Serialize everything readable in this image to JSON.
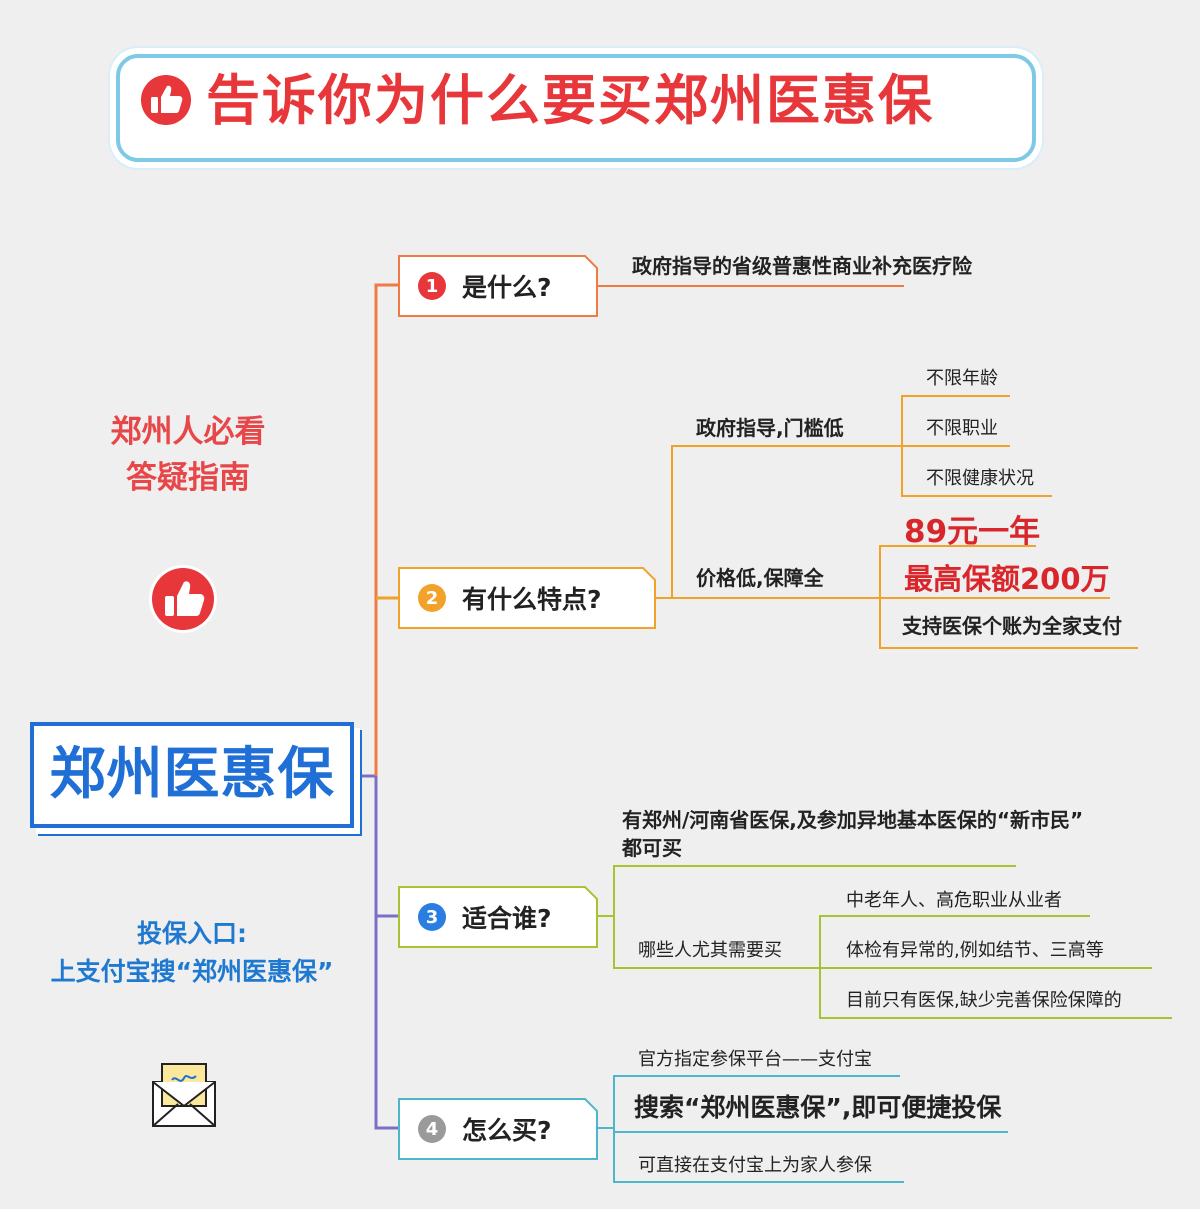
{
  "header": {
    "title": "告诉你为什么要买郑州医惠保"
  },
  "side": {
    "slogan_line1": "郑州人必看",
    "slogan_line2": "答疑指南",
    "center_title": "郑州医惠保",
    "entry_line1": "投保入口:",
    "entry_line2": "上支付宝搜“郑州医惠保”"
  },
  "branches": [
    {
      "num": "1",
      "label": "是什么?",
      "color": "#f07a44",
      "desc": "政府指导的省级普惠性商业补充医疗险"
    },
    {
      "num": "2",
      "label": "有什么特点?",
      "color": "#f2a228",
      "sub1": "政府指导,门槛低",
      "sub1_items": [
        "不限年龄",
        "不限职业",
        "不限健康状况"
      ],
      "sub2": "价格低,保障全",
      "sub2_items": [
        "89元一年",
        "最高保额200万",
        "支持医保个账为全家支付"
      ]
    },
    {
      "num": "3",
      "label": "适合谁?",
      "color": "#a6c431",
      "desc_line1": "有郑州/河南省医保,及参加异地基本医保的“新市民”",
      "desc_line2": "都可买",
      "sub": "哪些人尤其需要买",
      "sub_items": [
        "中老年人、高危职业从业者",
        "体检有异常的,例如结节、三高等",
        "目前只有医保,缺少完善保险保障的"
      ]
    },
    {
      "num": "4",
      "label": "怎么买?",
      "color": "#4fb6c9",
      "items": [
        "官方指定参保平台——支付宝",
        "搜索“郑州医惠保”,即可便捷投保",
        "可直接在支付宝上为家人参保"
      ]
    }
  ],
  "colors": {
    "title_red": "#e8373b",
    "brand_blue": "#1f6fd6",
    "spine_purple": "#7b6fc4",
    "emphasis_red": "#d8262b"
  }
}
